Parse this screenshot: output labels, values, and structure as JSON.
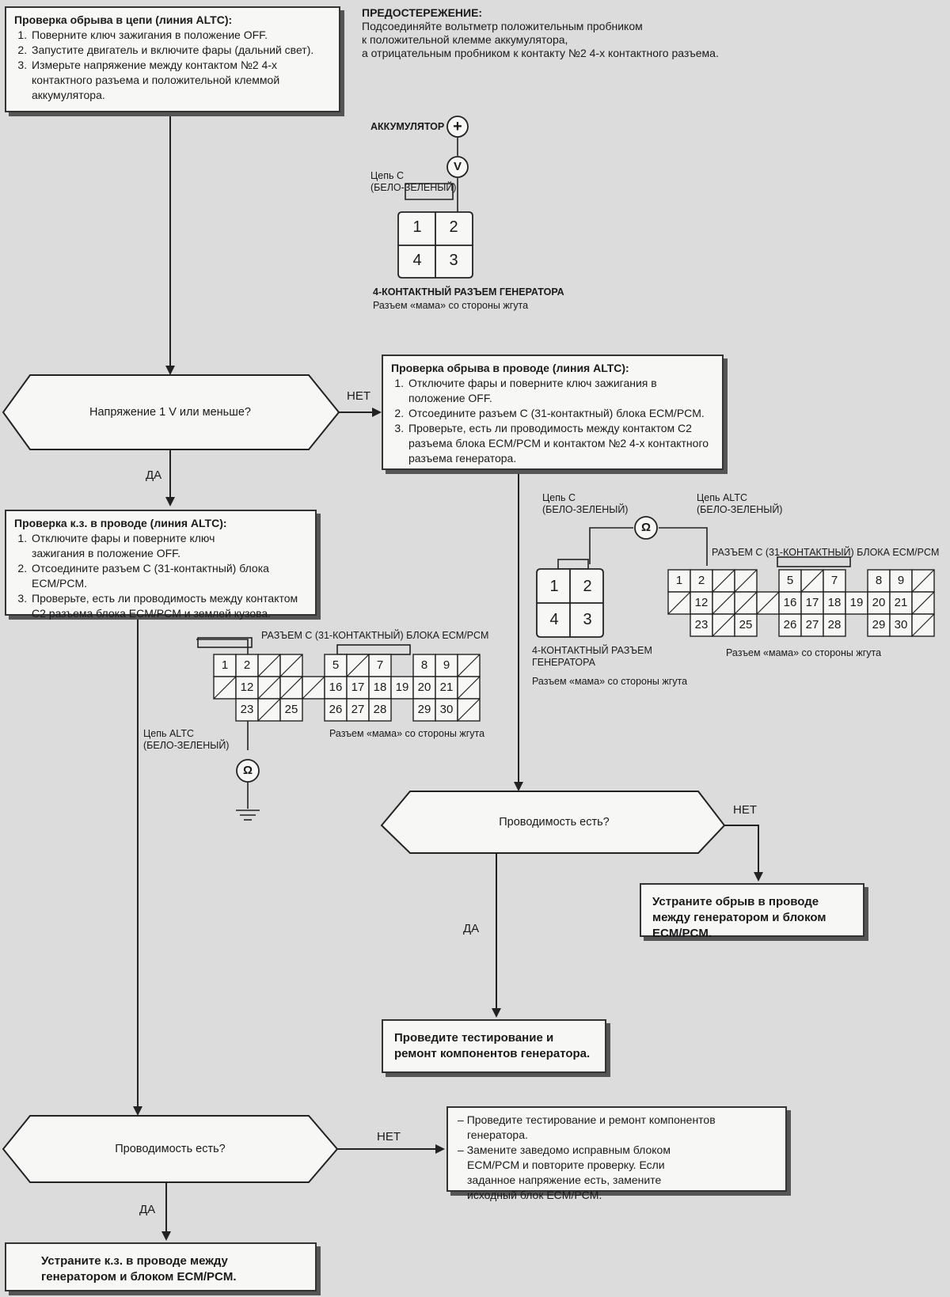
{
  "box_open_circuit": {
    "title": "Проверка обрыва в цепи (линия ALTC):",
    "items": [
      "Поверните ключ зажигания в положение OFF.",
      "Запустите двигатель и включите фары (дальний свет).",
      "Измерьте напряжение между контактом №2 4-х контактного разъема и положительной клеммой аккумулятора."
    ]
  },
  "caution": {
    "title": "ПРЕДОСТЕРЕЖЕНИЕ:",
    "lines": [
      "Подсоединяйте вольтметр положительным пробником",
      "к положительной клемме аккумулятора,",
      "а отрицательным пробником к контакту №2 4-х контактного разъема."
    ]
  },
  "diagram1": {
    "battery_label": "АККУМУЛЯТОР",
    "plus_symbol": "+",
    "meter_symbol": "V",
    "circuit_label": [
      "Цепь С",
      "(БЕЛО-ЗЕЛЕНЫЙ)"
    ],
    "pins": [
      "1",
      "2",
      "4",
      "3"
    ],
    "connector_title": "4-КОНТАКТНЫЙ РАЗЪЕМ ГЕНЕРАТОРА",
    "connector_sub": "Разъем «мама» со стороны жгута"
  },
  "decision_voltage": {
    "text": "Напряжение 1 V или меньше?",
    "no": "НЕТ",
    "yes": "ДА"
  },
  "box_open_wire": {
    "title": "Проверка обрыва в проводе (линия ALTC):",
    "items": [
      "Отключите фары и поверните ключ зажигания в положение OFF.",
      "Отсоедините разъем С (31-контактный) блока ECM/PCM.",
      "Проверьте, есть ли проводимость между контактом С2 разъема блока ECM/PCM и контактом №2 4-х контактного разъема генератора."
    ]
  },
  "box_short": {
    "title": "Проверка к.з. в проводе (линия ALTC):",
    "items": [
      "Отключите фары и поверните ключ зажигания в положение OFF.",
      "Отсоедините разъем С (31-контактный) блока ECM/PCM.",
      "Проверьте, есть ли проводимость между контактом С2 разъема блока ECM/PCM и землей кузова."
    ]
  },
  "diagram2": {
    "circuit_c": [
      "Цепь С",
      "(БЕЛО-ЗЕЛЕНЫЙ)"
    ],
    "circuit_altc": [
      "Цепь ALTC",
      "(БЕЛО-ЗЕЛЕНЫЙ)"
    ],
    "ohm_symbol": "Ω",
    "connector_title": "РАЗЪЕМ С (31-КОНТАКТНЫЙ) БЛОКА ECM/PCM",
    "pins4": [
      "1",
      "2",
      "4",
      "3"
    ],
    "gen_title": [
      "4-КОНТАКТНЫЙ РАЗЪЕМ",
      "ГЕНЕРАТОРА"
    ],
    "gen_sub": "Разъем «мама» со стороны жгута",
    "ecm_sub": "Разъем «мама» со стороны жгута"
  },
  "diagram3": {
    "connector_title": "РАЗЪЕМ С (31-КОНТАКТНЫЙ) БЛОКА ECM/PCM",
    "circuit_altc": [
      "Цепь ALTC",
      "(БЕЛО-ЗЕЛЕНЫЙ)"
    ],
    "ohm_symbol": "Ω",
    "ecm_sub": "Разъем «мама» со стороны жгута"
  },
  "ecm_connector": {
    "row1": [
      "1",
      "2",
      "/",
      "/",
      "",
      "5",
      "/",
      "7",
      "",
      "8",
      "9",
      "/"
    ],
    "row2": [
      "/",
      "12",
      "/",
      "/",
      "/",
      "16",
      "17",
      "18",
      "19",
      "20",
      "21",
      "/"
    ],
    "row3": [
      "",
      "23",
      "/",
      "25",
      "",
      "26",
      "27",
      "28",
      "",
      "29",
      "30",
      "/"
    ]
  },
  "decision_cont1": {
    "text": "Проводимость есть?",
    "no": "НЕТ",
    "yes": "ДА"
  },
  "box_fix_open": {
    "text": "Устраните обрыв в проводе между генератором и блоком ECM/PCM."
  },
  "box_test_gen": {
    "text": "Проведите тестирование и ремонт компонентов генератора."
  },
  "decision_cont2": {
    "text": "Проводимость есть?",
    "no": "НЕТ",
    "yes": "ДА"
  },
  "box_replace": {
    "items": [
      "Проведите тестирование и ремонт компонентов генератора.",
      "Замените заведомо исправным блоком ECM/PCM и повторите проверку. Если заданное напряжение есть, замените исходный блок ECM/PCM."
    ],
    "dash": "–"
  },
  "box_fix_short": {
    "text": "Устраните к.з. в проводе между генератором и блоком ECM/PCM."
  }
}
